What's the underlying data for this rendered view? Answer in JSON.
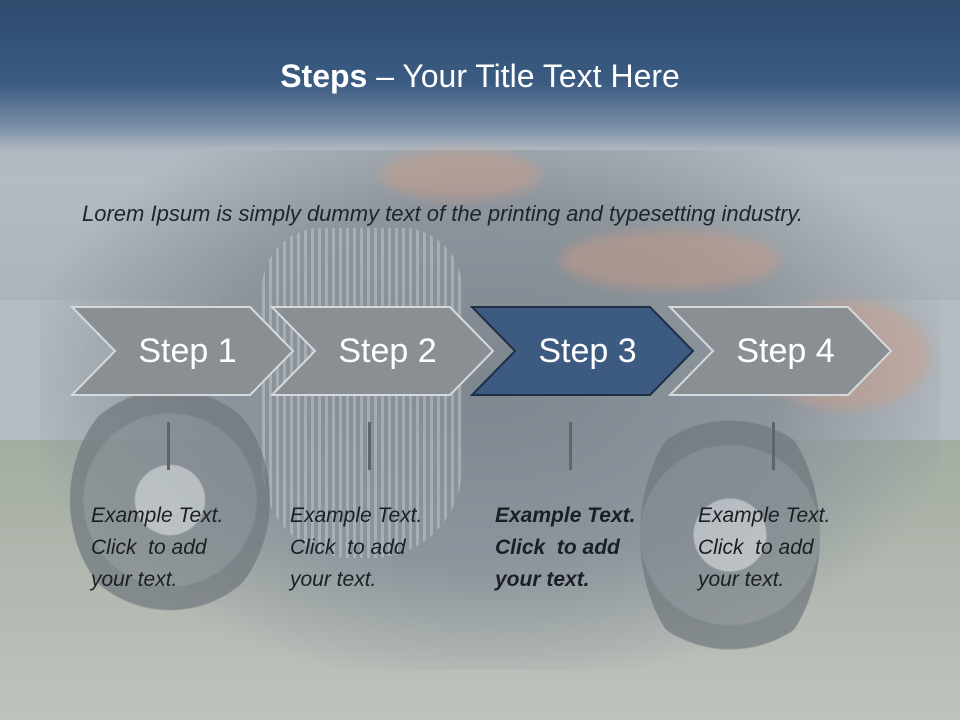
{
  "title": {
    "bold": "Steps",
    "rest": " – Your Title Text Here"
  },
  "body": "Lorem Ipsum is simply dummy text of the printing and typesetting industry.",
  "colors": {
    "title_bar": "#2f4a6d",
    "step_default": "#8a8f93",
    "step_active": "#3d5a80",
    "text": "#1e2429"
  },
  "steps": [
    {
      "label": "Step 1",
      "active": false,
      "caption": [
        "Example Text.",
        "Click  to add",
        "your text."
      ]
    },
    {
      "label": "Step 2",
      "active": false,
      "caption": [
        "Example Text.",
        "Click  to add",
        "your text."
      ]
    },
    {
      "label": "Step 3",
      "active": true,
      "caption": [
        "Example Text.",
        "Click  to add",
        "your text."
      ]
    },
    {
      "label": "Step 4",
      "active": false,
      "caption": [
        "Example Text.",
        "Click  to add",
        "your text."
      ]
    }
  ]
}
